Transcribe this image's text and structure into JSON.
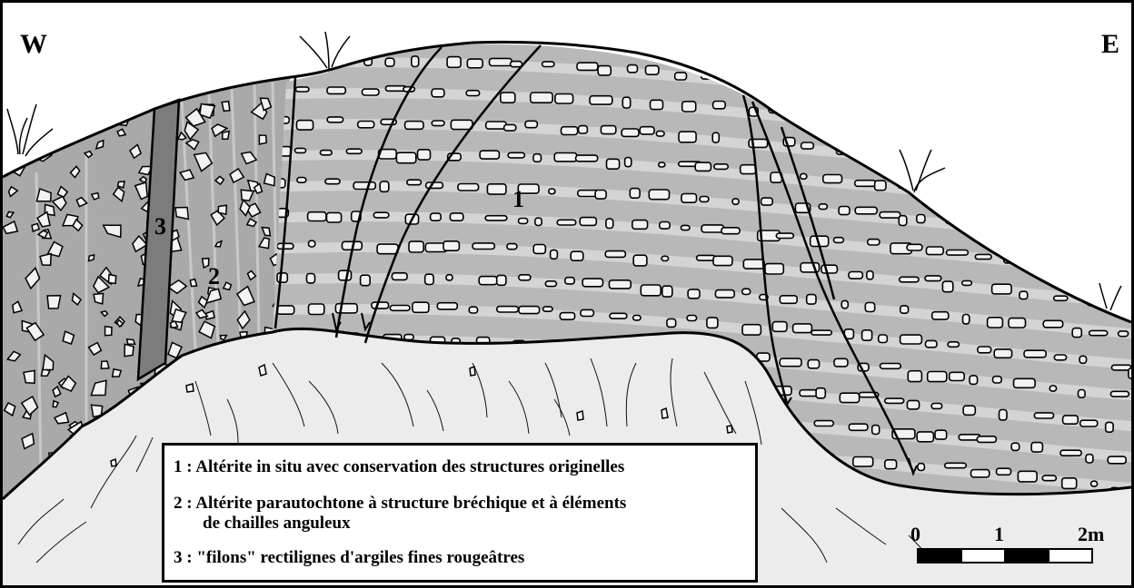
{
  "orientation": {
    "west": "W",
    "east": "E"
  },
  "units": [
    {
      "id": "1",
      "label": "1",
      "color": "#b8b8b8"
    },
    {
      "id": "2",
      "label": "2",
      "color": "#a8a8a8"
    },
    {
      "id": "3",
      "label": "3",
      "color": "#7c7c7c"
    }
  ],
  "legend": {
    "items": [
      {
        "num": "1 :",
        "text": "Altérite in situ avec conservation des structures originelles"
      },
      {
        "num": "2 :",
        "text": "Altérite parautochtone à structure bréchique et à éléments",
        "text_cont": "de chailles anguleux"
      },
      {
        "num": "3 :",
        "text": "\"filons\" rectilignes d'argiles fines rougeâtres"
      }
    ]
  },
  "scale_bar": {
    "ticks": [
      "0",
      "1",
      "2m"
    ]
  },
  "colors": {
    "substrate": "#ebebeb",
    "outline": "#000000",
    "stripe_light": "#d4d4d4"
  }
}
